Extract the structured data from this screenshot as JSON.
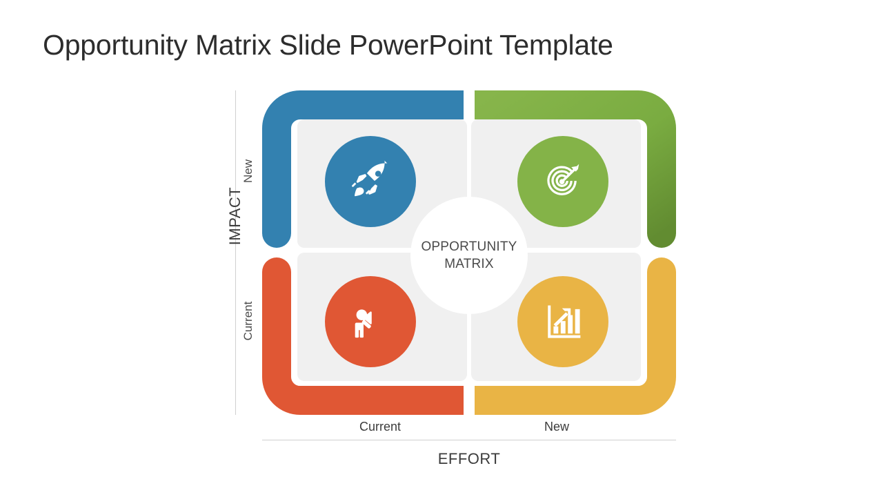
{
  "slide": {
    "title": "Opportunity Matrix Slide PowerPoint Template",
    "background": "#ffffff"
  },
  "center": {
    "line1": "OPPORTUNITY",
    "line2": "MATRIX"
  },
  "axes": {
    "vertical": {
      "title": "IMPACT",
      "ticks": [
        {
          "label": "New",
          "position": "top"
        },
        {
          "label": "Current",
          "position": "bottom"
        }
      ]
    },
    "horizontal": {
      "title": "EFFORT",
      "ticks": [
        {
          "label": "Current",
          "position": "left"
        },
        {
          "label": "New",
          "position": "right"
        }
      ]
    },
    "line_color": "#cfcfcf"
  },
  "quadrants": [
    {
      "id": "top-left",
      "icon": "rocket-icon",
      "color": "#3381b0",
      "bracket_color_start": "#3381b0",
      "bracket_color_end": "#3381b0",
      "impact": "New",
      "effort": "Current",
      "panel_color": "#f0f0f0"
    },
    {
      "id": "top-right",
      "icon": "target-arrow-icon",
      "color": "#84b348",
      "bracket_color_start": "#84b348",
      "bracket_color_end": "#678f34",
      "impact": "New",
      "effort": "New",
      "panel_color": "#f0f0f0"
    },
    {
      "id": "bottom-left",
      "icon": "megaphone-person-icon",
      "color": "#e05734",
      "bracket_color_start": "#e05734",
      "bracket_color_end": "#e05734",
      "impact": "Current",
      "effort": "Current",
      "panel_color": "#f0f0f0"
    },
    {
      "id": "bottom-right",
      "icon": "bar-chart-growth-icon",
      "color": "#e9b445",
      "bracket_color_start": "#e9b445",
      "bracket_color_end": "#e9b445",
      "impact": "Current",
      "effort": "New",
      "panel_color": "#f0f0f0"
    }
  ]
}
